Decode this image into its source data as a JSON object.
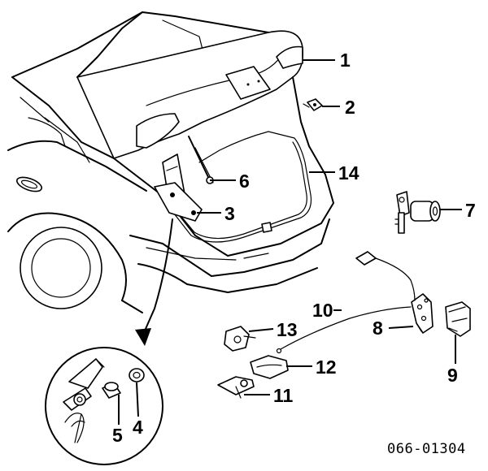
{
  "diagram": {
    "callouts": [
      {
        "id": "c1",
        "label": "1"
      },
      {
        "id": "c2",
        "label": "2"
      },
      {
        "id": "c3",
        "label": "3"
      },
      {
        "id": "c4",
        "label": "4"
      },
      {
        "id": "c5",
        "label": "5"
      },
      {
        "id": "c6",
        "label": "6"
      },
      {
        "id": "c7",
        "label": "7"
      },
      {
        "id": "c8",
        "label": "8"
      },
      {
        "id": "c9",
        "label": "9"
      },
      {
        "id": "c10",
        "label": "10"
      },
      {
        "id": "c11",
        "label": "11"
      },
      {
        "id": "c12",
        "label": "12"
      },
      {
        "id": "c13",
        "label": "13"
      },
      {
        "id": "c14",
        "label": "14"
      }
    ],
    "diagram_code": "066-01304"
  }
}
